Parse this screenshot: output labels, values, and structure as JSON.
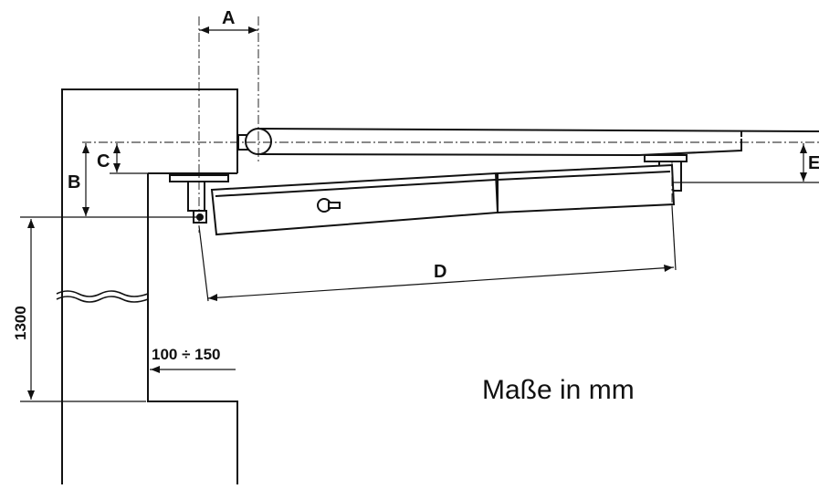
{
  "labels": {
    "a": "A",
    "b": "B",
    "c": "C",
    "d": "D",
    "e": "E",
    "height": "1300",
    "distance": "100 ÷ 150"
  },
  "note": "Maße in mm"
}
